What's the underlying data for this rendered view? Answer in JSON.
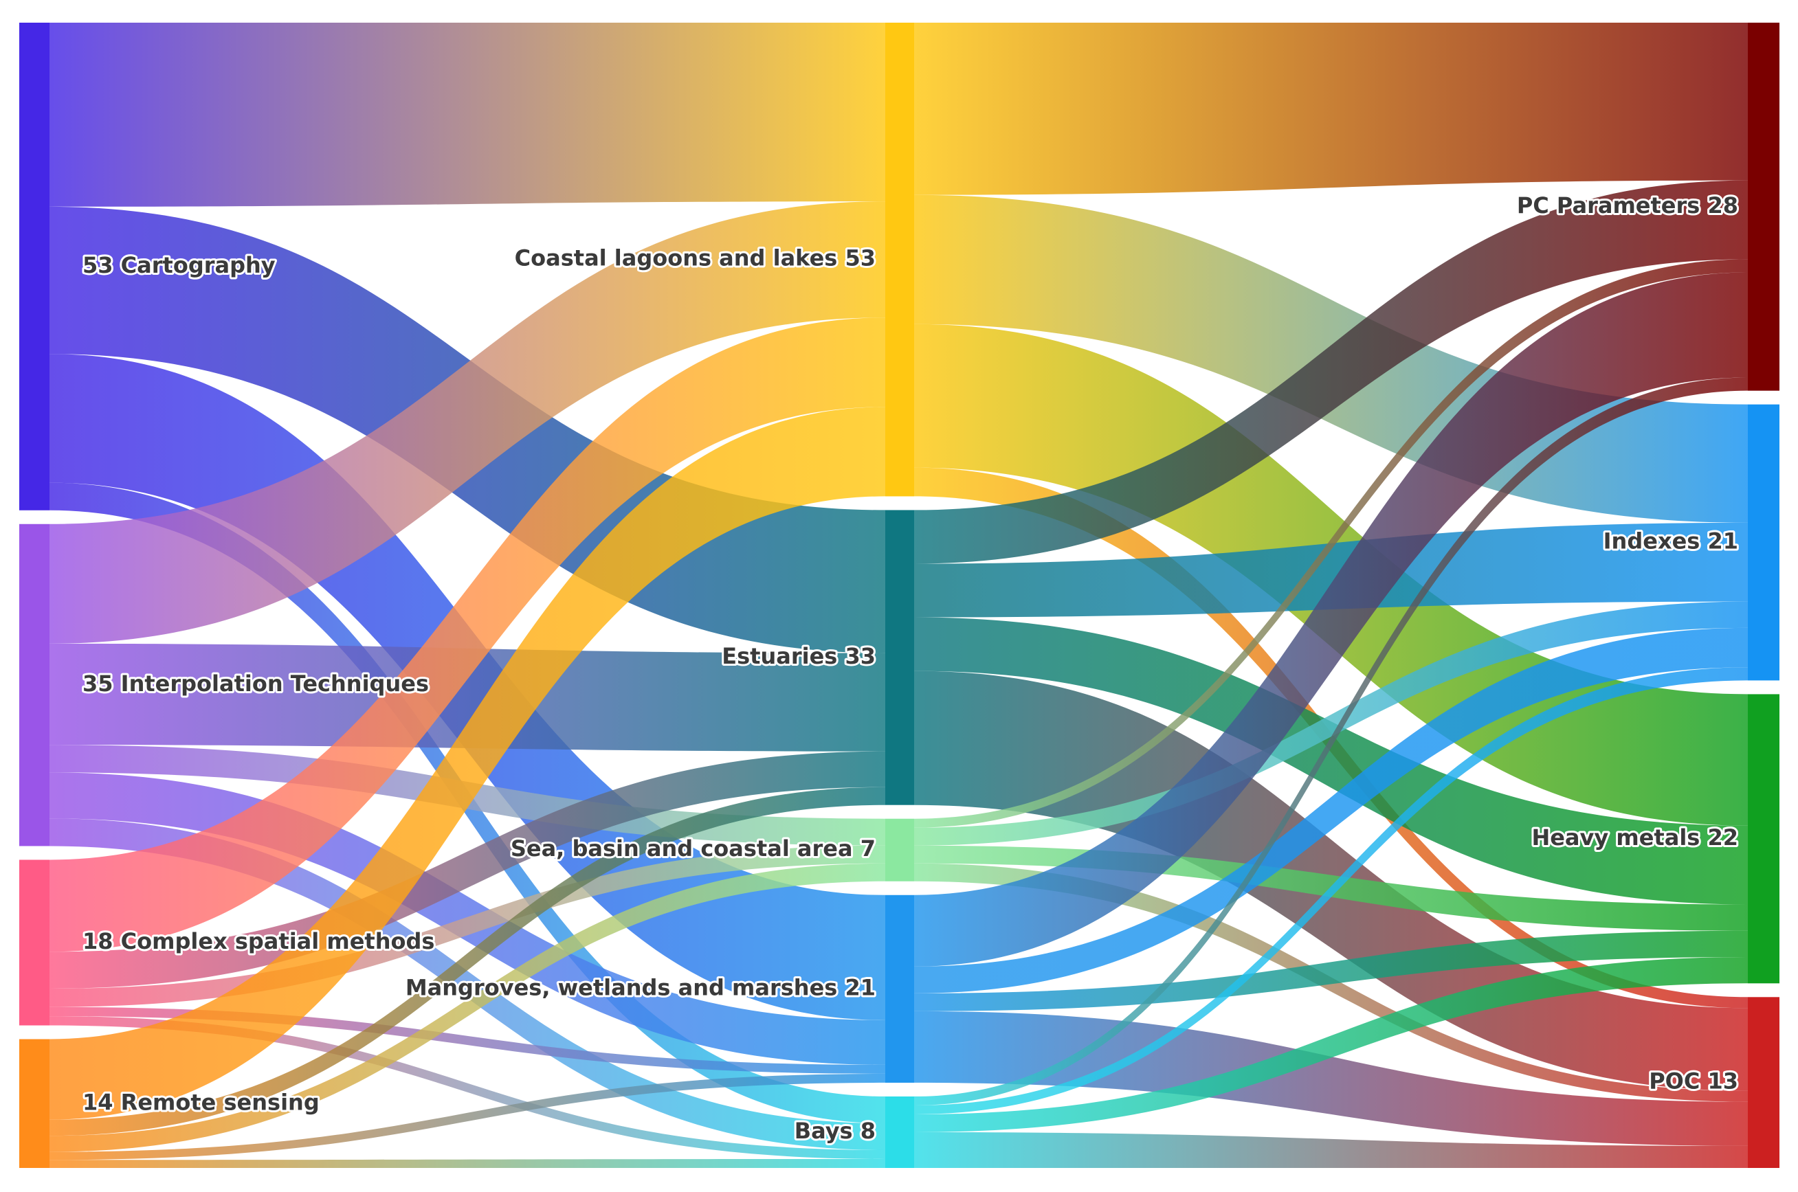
{
  "diagram": {
    "type": "sankey",
    "columns": [
      [
        {
          "id": "cartography",
          "label": "53 Cartography",
          "value": 53,
          "color": "#4527e6",
          "label_side": "right"
        },
        {
          "id": "interpolation",
          "label": "35 Interpolation Techniques",
          "value": 35,
          "color": "#9a55e8",
          "label_side": "right"
        },
        {
          "id": "complex",
          "label": "18 Complex spatial methods",
          "value": 18,
          "color": "#ff5b86",
          "label_side": "right"
        },
        {
          "id": "remote",
          "label": "14 Remote sensing",
          "value": 14,
          "color": "#ff8c1a",
          "label_side": "right"
        }
      ],
      [
        {
          "id": "lagoons",
          "label": "Coastal lagoons and lakes 53",
          "value": 53,
          "color": "#ffc812",
          "label_side": "left"
        },
        {
          "id": "estuaries",
          "label": "Estuaries 33",
          "value": 33,
          "color": "#0f7781",
          "label_side": "left"
        },
        {
          "id": "sea",
          "label": "Sea, basin and coastal area 7",
          "value": 7,
          "color": "#8be8a0",
          "label_side": "left"
        },
        {
          "id": "mangroves",
          "label": "Mangroves, wetlands and marshes 21",
          "value": 21,
          "color": "#2196ee",
          "label_side": "left"
        },
        {
          "id": "bays",
          "label": "Bays 8",
          "value": 8,
          "color": "#2cdde8",
          "label_side": "left"
        }
      ],
      [
        {
          "id": "pc",
          "label": "PC Parameters 28",
          "value": 28,
          "color": "#7a0000",
          "label_side": "left"
        },
        {
          "id": "indexes",
          "label": "Indexes 21",
          "value": 21,
          "color": "#1593f3",
          "label_side": "left"
        },
        {
          "id": "heavy",
          "label": "Heavy metals 22",
          "value": 22,
          "color": "#10a020",
          "label_side": "left"
        },
        {
          "id": "poc",
          "label": "POC 13",
          "value": 13,
          "color": "#cc2020",
          "label_side": "left"
        }
      ]
    ],
    "links": [
      {
        "source": "cartography",
        "target": "lagoons",
        "value": 20
      },
      {
        "source": "cartography",
        "target": "estuaries",
        "value": 16
      },
      {
        "source": "cartography",
        "target": "mangroves",
        "value": 14
      },
      {
        "source": "cartography",
        "target": "bays",
        "value": 3
      },
      {
        "source": "interpolation",
        "target": "lagoons",
        "value": 13
      },
      {
        "source": "interpolation",
        "target": "estuaries",
        "value": 11
      },
      {
        "source": "interpolation",
        "target": "sea",
        "value": 3
      },
      {
        "source": "interpolation",
        "target": "mangroves",
        "value": 5
      },
      {
        "source": "interpolation",
        "target": "bays",
        "value": 3
      },
      {
        "source": "complex",
        "target": "lagoons",
        "value": 10
      },
      {
        "source": "complex",
        "target": "estuaries",
        "value": 4
      },
      {
        "source": "complex",
        "target": "sea",
        "value": 2
      },
      {
        "source": "complex",
        "target": "mangroves",
        "value": 1
      },
      {
        "source": "complex",
        "target": "bays",
        "value": 1
      },
      {
        "source": "remote",
        "target": "lagoons",
        "value": 10
      },
      {
        "source": "remote",
        "target": "estuaries",
        "value": 2
      },
      {
        "source": "remote",
        "target": "sea",
        "value": 2
      },
      {
        "source": "remote",
        "target": "mangroves",
        "value": 1
      },
      {
        "source": "remote",
        "target": "bays",
        "value": 1
      },
      {
        "source": "lagoons",
        "target": "pc",
        "value": 12
      },
      {
        "source": "lagoons",
        "target": "indexes",
        "value": 9
      },
      {
        "source": "lagoons",
        "target": "heavy",
        "value": 10
      },
      {
        "source": "lagoons",
        "target": "poc",
        "value": 2
      },
      {
        "source": "estuaries",
        "target": "pc",
        "value": 6
      },
      {
        "source": "estuaries",
        "target": "indexes",
        "value": 6
      },
      {
        "source": "estuaries",
        "target": "heavy",
        "value": 6
      },
      {
        "source": "estuaries",
        "target": "poc",
        "value": 15
      },
      {
        "source": "sea",
        "target": "pc",
        "value": 1
      },
      {
        "source": "sea",
        "target": "indexes",
        "value": 2
      },
      {
        "source": "sea",
        "target": "heavy",
        "value": 2
      },
      {
        "source": "sea",
        "target": "poc",
        "value": 2
      },
      {
        "source": "mangroves",
        "target": "pc",
        "value": 8
      },
      {
        "source": "mangroves",
        "target": "indexes",
        "value": 3
      },
      {
        "source": "mangroves",
        "target": "heavy",
        "value": 2
      },
      {
        "source": "mangroves",
        "target": "poc",
        "value": 8
      },
      {
        "source": "bays",
        "target": "pc",
        "value": 1
      },
      {
        "source": "bays",
        "target": "indexes",
        "value": 1
      },
      {
        "source": "bays",
        "target": "heavy",
        "value": 2
      },
      {
        "source": "bays",
        "target": "poc",
        "value": 4
      }
    ]
  }
}
